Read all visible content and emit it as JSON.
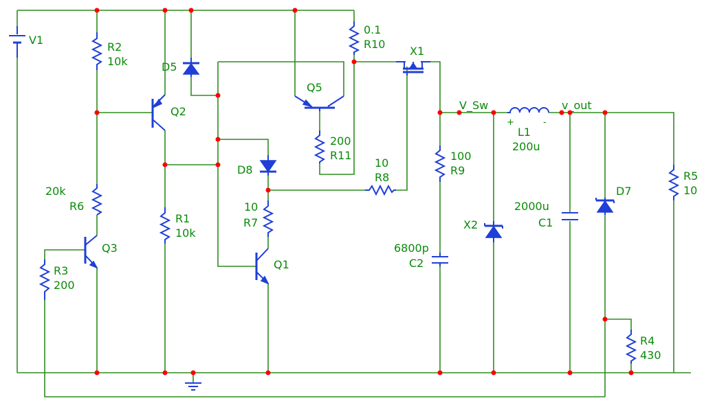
{
  "components": {
    "V1": {
      "name": "V1",
      "value": ""
    },
    "R2": {
      "name": "R2",
      "value": "10k"
    },
    "R6": {
      "name": "R6",
      "value": "20k"
    },
    "R3": {
      "name": "R3",
      "value": "200"
    },
    "Q3": {
      "name": "Q3"
    },
    "Q2": {
      "name": "Q2"
    },
    "R1": {
      "name": "R1",
      "value": "10k"
    },
    "D5": {
      "name": "D5"
    },
    "D8": {
      "name": "D8"
    },
    "R7": {
      "name": "R7",
      "value": "10"
    },
    "Q1": {
      "name": "Q1"
    },
    "Q5": {
      "name": "Q5"
    },
    "R11": {
      "name": "R11",
      "value": "200"
    },
    "R10": {
      "name": "R10",
      "value": "0.1"
    },
    "R8": {
      "name": "R8",
      "value": "10"
    },
    "X1": {
      "name": "X1"
    },
    "R9": {
      "name": "R9",
      "value": "100"
    },
    "C2": {
      "name": "C2",
      "value": "6800p"
    },
    "X2": {
      "name": "X2"
    },
    "L1": {
      "name": "L1",
      "value": "200u",
      "plus": "+",
      "minus": "-"
    },
    "C1": {
      "name": "C1",
      "value": "2000u"
    },
    "D7": {
      "name": "D7"
    },
    "R5": {
      "name": "R5",
      "value": "10"
    },
    "R4": {
      "name": "R4",
      "value": "430"
    }
  },
  "nets": {
    "v_sw": "V_Sw",
    "v_out": "v_out"
  },
  "colors": {
    "wire": "#2e8b1f",
    "component": "#1f3fd6",
    "junction": "#ff0000",
    "label": "#0a8a0a"
  }
}
